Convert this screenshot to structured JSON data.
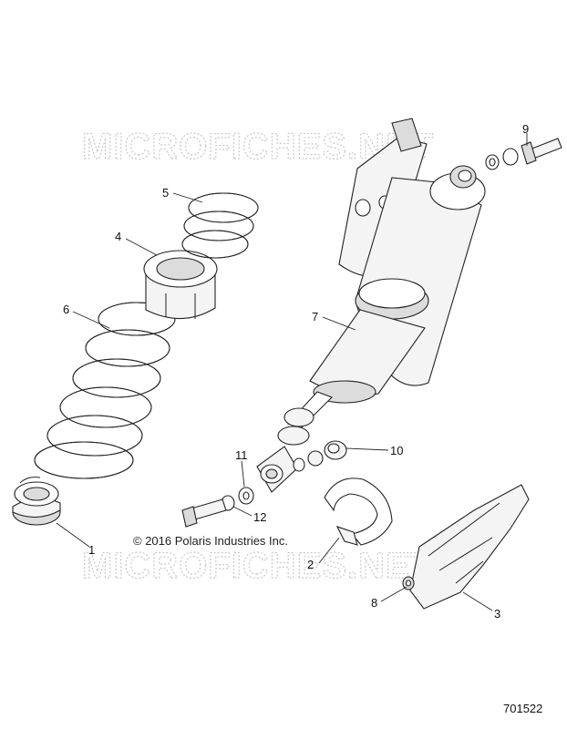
{
  "watermark": {
    "text_top": "MICROFICHES.NET",
    "text_bottom": "MICROFICHES.NET"
  },
  "copyright": "© 2016 Polaris Industries Inc.",
  "figure_number": "701522",
  "callouts": [
    {
      "id": "1",
      "text": "1"
    },
    {
      "id": "2",
      "text": "2"
    },
    {
      "id": "3",
      "text": "3"
    },
    {
      "id": "4",
      "text": "4"
    },
    {
      "id": "5",
      "text": "5"
    },
    {
      "id": "6",
      "text": "6"
    },
    {
      "id": "7",
      "text": "7"
    },
    {
      "id": "8",
      "text": "8"
    },
    {
      "id": "9",
      "text": "9"
    },
    {
      "id": "10",
      "text": "10"
    },
    {
      "id": "11",
      "text": "11"
    },
    {
      "id": "12",
      "text": "12"
    }
  ]
}
